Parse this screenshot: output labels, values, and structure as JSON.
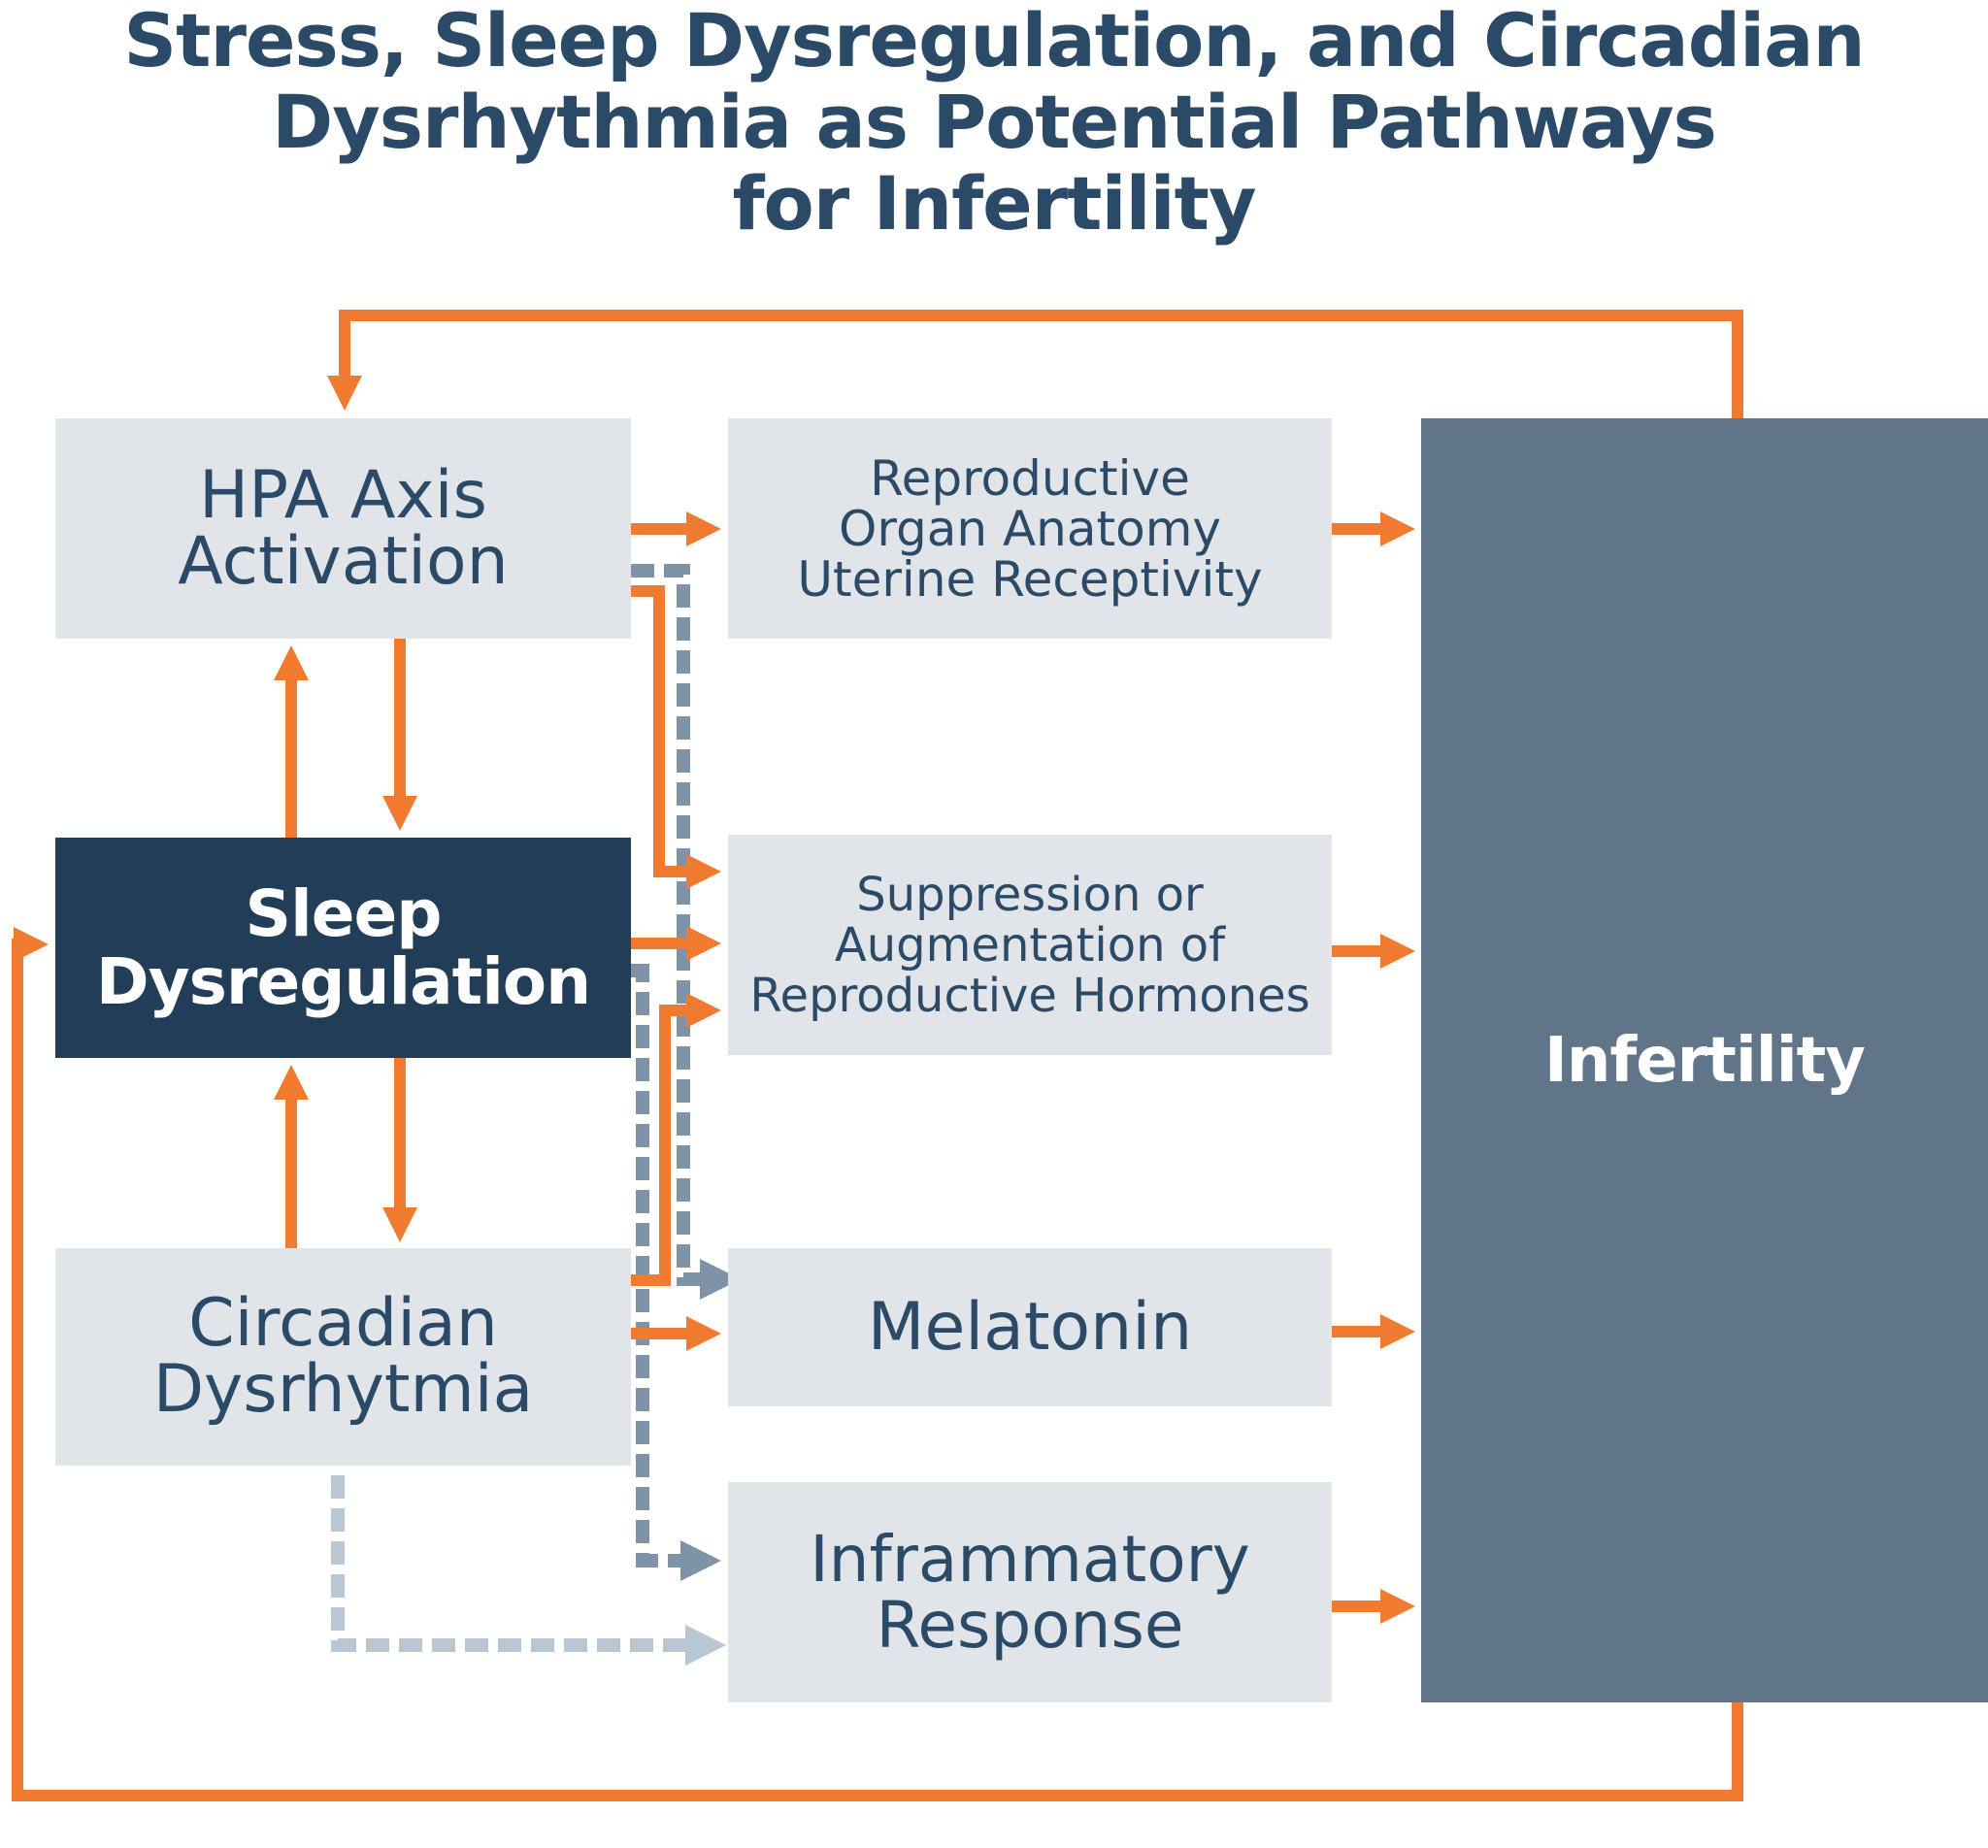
{
  "title": {
    "line1": "Stress, Sleep Dysregulation, and Circadian",
    "line2": "Dysrhythmia as Potential Pathways",
    "line3": "for Infertility"
  },
  "boxes": {
    "hpa": {
      "line1": "HPA Axis",
      "line2": "Activation"
    },
    "sleep": {
      "line1": "Sleep",
      "line2": "Dysregulation"
    },
    "circadian": {
      "line1": "Circadian",
      "line2": "Dysrhytmia"
    },
    "reproductive": {
      "line1": "Reproductive",
      "line2": "Organ Anatomy",
      "line3": "Uterine Receptivity"
    },
    "hormones": {
      "line1": "Suppression or",
      "line2": "Augmentation of",
      "line3": "Reproductive Hormones"
    },
    "melatonin": {
      "line1": "Melatonin"
    },
    "inflammatory": {
      "line1": "Inframmatory",
      "line2": "Response"
    },
    "infertility": {
      "line1": "Infertility"
    }
  },
  "colors": {
    "title": "#2b4a67",
    "light_box": "#e1e4e9",
    "sleep_box": "#223d58",
    "infertility_box": "#617589",
    "arrow_orange": "#f07a30",
    "dash_dark": "#7f93a6",
    "dash_light": "#b9c6d3"
  }
}
